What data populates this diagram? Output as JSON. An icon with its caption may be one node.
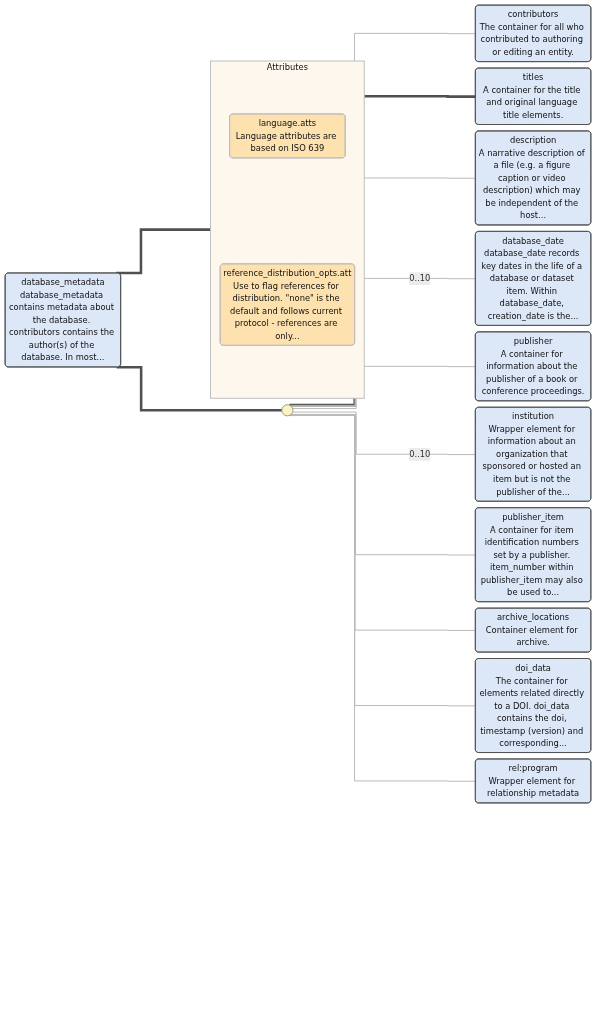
{
  "diagram": {
    "nodes": [
      {
        "text": [
          "database_metadata",
          "database_metadata contains metadata about the database. contributors contains the author(s) of the database. In most..."
        ]
      },
      {
        "text": [
          "Attributes"
        ]
      },
      {
        "text": [
          "language.atts",
          "Language attributes are based on ISO 639"
        ],
        "in": 1
      },
      {
        "text": [
          "reference_distribution_opts.att",
          "Use to flag references for distribution. \"none\" is the default and follows current protocol - references are only..."
        ],
        "in": 1
      },
      {
        "text": [],
        "shape": "circle"
      },
      {
        "text": [
          "contributors",
          "The container for all who contributed to authoring or editing an entity."
        ]
      },
      {
        "text": [
          "titles",
          "A container for the title and original language title elements."
        ]
      },
      {
        "text": [
          "description",
          "A narrative description of a file (e.g. a figure caption or video description) which may be independent of the host..."
        ]
      },
      {
        "text": [
          "database_date",
          "database_date records key dates in the life of a database or dataset item. Within database_date, creation_date is the..."
        ]
      },
      {
        "text": [
          "publisher",
          "A container for information about the publisher of a book or conference proceedings."
        ]
      },
      {
        "text": [
          "institution",
          "Wrapper element for information about an organization that sponsored or hosted an item but is not the publisher of the..."
        ]
      },
      {
        "text": [
          "publisher_item",
          "A container for item identification numbers set by a publisher. item_number within publisher_item may also be used to..."
        ]
      },
      {
        "text": [
          "archive_locations",
          "Container element for archive."
        ]
      },
      {
        "text": [
          "doi_data",
          "The container for elements related directly to a DOI. doi_data contains the doi, timestamp (version) and corresponding..."
        ]
      },
      {
        "text": [
          "rel:program",
          "Wrapper element for relationship metadata"
        ]
      }
    ],
    "edges": [
      {
        "from": 0,
        "to": 1,
        "arrow": "none",
        "style": "thick",
        "color": "#505050"
      },
      {
        "from": 0,
        "to": 4,
        "arrow": "none",
        "style": "thick",
        "color": "#505050"
      },
      {
        "from": 4,
        "to": 5,
        "arrow": "none"
      },
      {
        "from": 4,
        "to": 6,
        "arrow": "none",
        "style": "thick",
        "color": "#505050"
      },
      {
        "from": 4,
        "to": 7,
        "arrow": "none"
      },
      {
        "from": 4,
        "to": 8,
        "arrow": "none",
        "label": "0..10"
      },
      {
        "from": 4,
        "to": 9,
        "arrow": "none"
      },
      {
        "from": 4,
        "to": 10,
        "arrow": "none",
        "label": "0..10"
      },
      {
        "from": 4,
        "to": 11,
        "arrow": "none"
      },
      {
        "from": 4,
        "to": 12,
        "arrow": "none"
      },
      {
        "from": 4,
        "to": 13,
        "arrow": "none"
      },
      {
        "from": 4,
        "to": 14,
        "arrow": "none"
      }
    ]
  }
}
